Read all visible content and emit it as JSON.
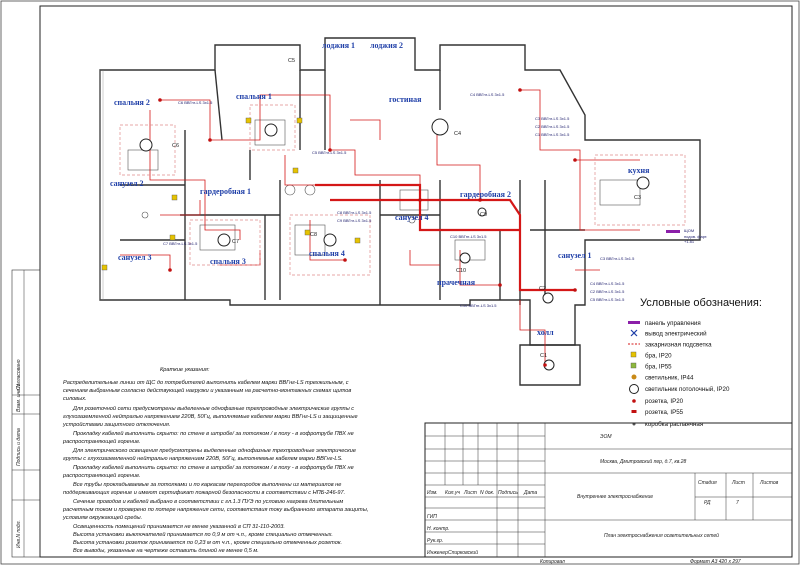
{
  "rooms": {
    "loggia1": "лоджия 1",
    "loggia2": "лоджия 2",
    "bedroom2": "спальня 2",
    "bedroom1": "спальня 1",
    "living": "гостиная",
    "bath2": "санузел 2",
    "dressing1": "гардеробная 1",
    "bath3": "санузел 3",
    "bedroom3": "спальня 3",
    "bedroom4": "спальня 4",
    "bath4": "санузел 4",
    "dressing2": "гардеробная 2",
    "kitchen": "кухня",
    "laundry": "прачечная",
    "bath1": "санузел 1",
    "hall": "холл"
  },
  "luminaires": [
    "C1",
    "C2",
    "C3",
    "C4",
    "C5",
    "C6",
    "C7",
    "C8",
    "C9",
    "C10"
  ],
  "cables": {
    "c6": "C6 ВВГнг-LS 3х1.5",
    "c5": "C5 ВВГнг-LS 3х1.5",
    "c4": "C4 ВВГнг-LS 3х1.5",
    "c3": "C3 ВВГнг-LS 3х1.5",
    "c2": "C2 ВВГнг-LS 3х1.5",
    "c1": "C1 ВВГнг-LS 3х1.5",
    "c7": "C7 ВВГнг-LS 3х1.5",
    "c8": "C8 ВВГнг-LS 3х1.5",
    "c9": "C9 ВВГнг-LS 3х1.5",
    "c10": "C10 ВВГнг-LS 3х1.5",
    "c10b": "C10 ВВГнг-LS 3х1.5",
    "c3b": "C3 ВВГнг-LS 3х1.5",
    "c4b": "C4 ВВГнг-LS 3х1.5",
    "c2b": "C2 ВВГнг-LS 3х1.5",
    "c5b": "C5 ВВГнг-LS 3х1.5"
  },
  "panel_note": [
    "ЩОМ",
    "подов. фарт.",
    "+1.81"
  ],
  "legend": {
    "title": "Условные обозначения:",
    "items": [
      "панель управления",
      "вывод электрический",
      "закарнизная подсветка",
      "бра, IP20",
      "бра, IP55",
      "светильник, IP44",
      "светильник потолочный, IP20",
      "розетка, IP20",
      "розетка, IP55",
      "коробка распаячная"
    ]
  },
  "notes": {
    "heading": "Краткие указания:",
    "lines": [
      "Распределительные линии от ЩС до потребителей выполнить кабелем марки ВВГнг-LS трехжильным, с",
      "сечением выбранным согласно действующей нагрузки и указанным на расчетно-монтажных схемах щитов",
      "силовых.",
      "Для розеточной сети предусмотрены выделенные однофазные трехпроводные электрические группы с",
      "глухозаземленной нейтралью напряжением 220В, 50Гц, выполняемые кабелем марки ВВГнг-LS и защищенные",
      "устройствами защитного отключения.",
      "Прокладку кабелей выполнить скрыто: по стене в штробе/ за потолком / в полу - в гофротрубе ПВХ не",
      "распространяющей горение.",
      "Для электрического освещения предусмотрены выделенные однофазные трехпроводные электрические",
      "группы с глухозаземленной нейтралью напряжением 220В, 50Гц, выполняемые кабелем марки ВВГнг-LS.",
      "Прокладку кабелей выполнить скрыто: по стене в штробе/ за потолком / в полу - в гофротрубе ПВХ не",
      "распространяющей горение.",
      "Все трубы прокладываемые за потолками и по каркасам перегородок выполнены из материалов не",
      "поддерживающих горение и имеют сертификат пожарной безопасности в соответствии с НПБ-246-97.",
      "Сечение проводов и кабелей выбрано в соответствии с гл.1.3 ПУЭ по условию нагрева длительным",
      "расчетным током и проверено по потере напряжения сети, соответствия току выбранного аппарата защиты,",
      "условиям окружающей среды.",
      "Освещенность помещений принимается не менее указанной в СП 31-110-2003.",
      "Высота установки выключателей принимается по 0,9 м от ч.п., кроме специально отмеченных.",
      "Высота установки розеток принимается по 0,23 м от ч.п., кроме специально отмеченных розеток.",
      "Все выводы, указанные на чертеже оставить длиной не менее 0,5 м."
    ]
  },
  "side_stamp": [
    "Согласовано",
    "Взам. инв.N",
    "Подпись и дата",
    "Инв.N подл."
  ],
  "title_block": {
    "code": "ЭОМ",
    "address": "Москва, Дмитровский пер, д.7, кв.28",
    "cols": [
      "Изм.",
      "Кол.уч",
      "Лист",
      "N док.",
      "Подпись",
      "Дата"
    ],
    "roles": [
      "ГИП",
      "Н. контр.",
      "Рук.гр.",
      "Инженер"
    ],
    "engineer": "Спирковский",
    "section": "Внутреннее электроснабжение",
    "sheet_title": "План электроснабжения осветительных сетей",
    "stage_h": "Стадия",
    "sheet_h": "Лист",
    "sheets_h": "Листов",
    "stage": "РД",
    "sheet": "7",
    "copied": "Копировал",
    "format": "Формат А3  420 х 297"
  }
}
